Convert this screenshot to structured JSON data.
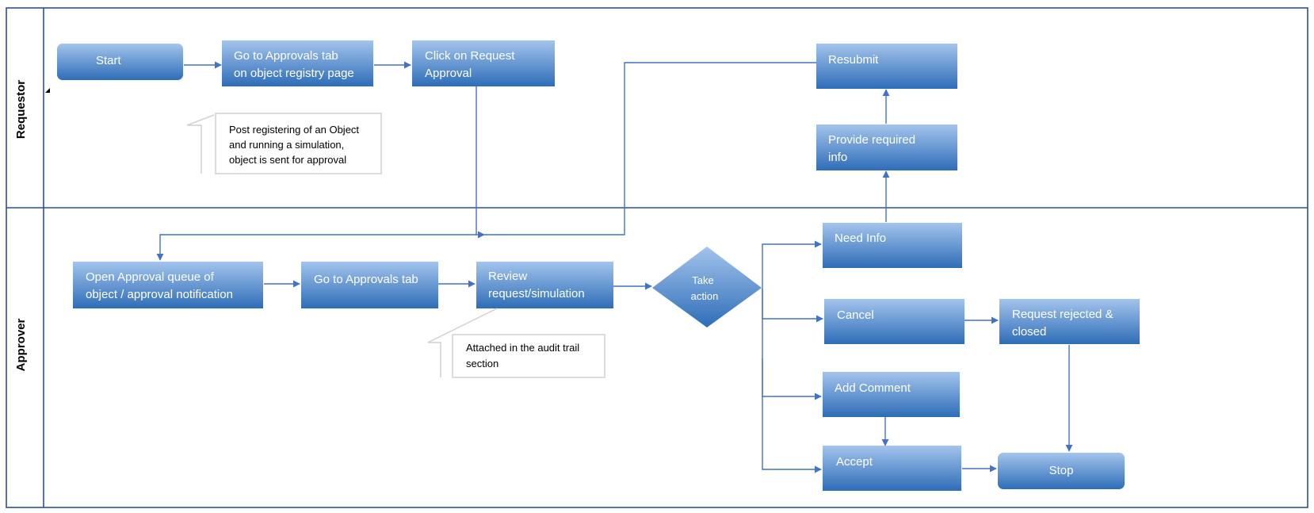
{
  "lanes": {
    "requestor": "Requestor",
    "approver": "Approver"
  },
  "nodes": {
    "start": "Start",
    "go_approvals_registry_1": "Go to Approvals tab",
    "go_approvals_registry_2": "on object registry page",
    "click_request_1": "Click on Request",
    "click_request_2": "Approval",
    "resubmit": "Resubmit",
    "provide_info_1": "Provide required",
    "provide_info_2": "info",
    "open_queue_1": "Open Approval queue of",
    "open_queue_2": "object / approval notification",
    "go_approvals": "Go to Approvals tab",
    "review_1": "Review",
    "review_2": "request/simulation",
    "take_action_1": "Take",
    "take_action_2": "action",
    "need_info": "Need Info",
    "cancel": "Cancel",
    "rejected_1": "Request rejected &",
    "rejected_2": "closed",
    "add_comment": "Add Comment",
    "accept": "Accept",
    "stop": "Stop"
  },
  "notes": {
    "registry_note_1": "Post registering of an Object",
    "registry_note_2": "and running a simulation,",
    "registry_note_3": "object is sent for approval",
    "audit_note_1": "Attached in the audit trail",
    "audit_note_2": "section"
  },
  "colors": {
    "box_top": "#a3c4ec",
    "box_bottom": "#2e6db8",
    "connector": "#4472c4",
    "lane_border": "#2f4f9a"
  }
}
